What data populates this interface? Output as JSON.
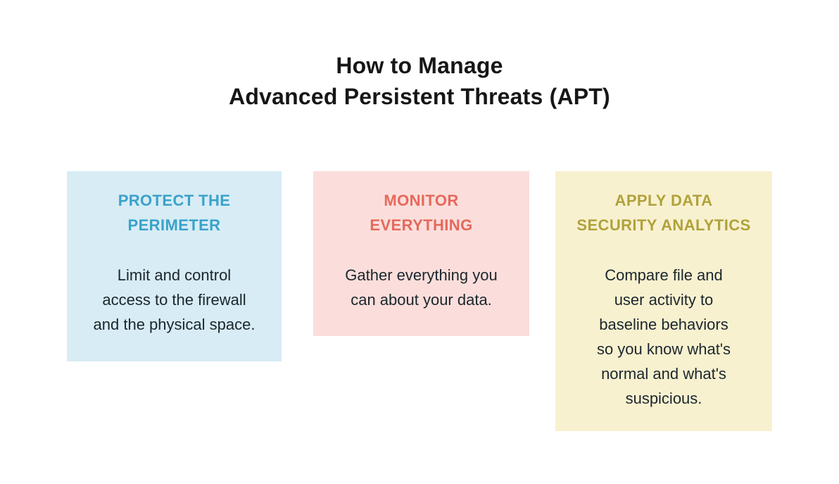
{
  "title": {
    "lines": [
      "How to Manage",
      "Advanced Persistent Threats (APT)"
    ]
  },
  "colors": {
    "page_background": "#ffffff",
    "title_text": "#161616",
    "body_text": "#1c262c"
  },
  "cards": [
    {
      "heading_lines": [
        "PROTECT THE",
        "PERIMETER"
      ],
      "body_lines": [
        "Limit and control",
        "access to the firewall",
        "and the physical space."
      ],
      "bg_color": "#d7ecf5",
      "heading_color": "#3aa2ca"
    },
    {
      "heading_lines": [
        "MONITOR",
        "EVERYTHING"
      ],
      "body_lines": [
        "Gather everything you",
        "can about your data."
      ],
      "bg_color": "#fbdedb",
      "heading_color": "#e5695c"
    },
    {
      "heading_lines": [
        "APPLY DATA",
        "SECURITY ANALYTICS"
      ],
      "body_lines": [
        "Compare file and",
        "user activity to",
        "baseline behaviors",
        "so you know what's",
        "normal and what's",
        "suspicious."
      ],
      "bg_color": "#f8f1d0",
      "heading_color": "#b0a23a"
    }
  ]
}
